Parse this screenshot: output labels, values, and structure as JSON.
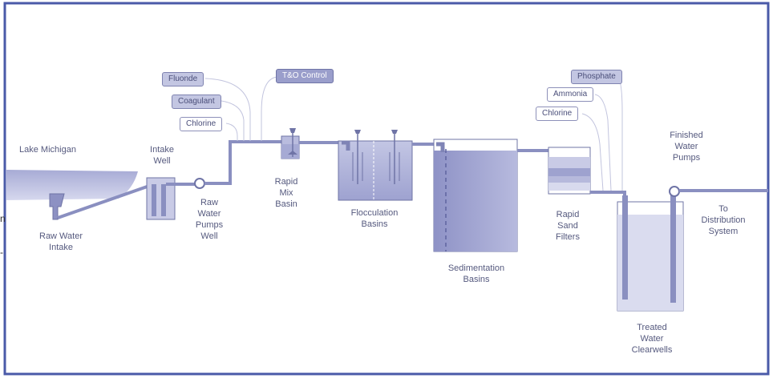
{
  "diagram": {
    "labels": {
      "lake": "Lake Michigan",
      "raw_intake": [
        "Raw Water",
        "Intake"
      ],
      "intake_well": [
        "Intake",
        "Well"
      ],
      "raw_pumps": [
        "Raw",
        "Water",
        "Pumps",
        "Well"
      ],
      "rapid_mix": [
        "Rapid",
        "Mix",
        "Basin"
      ],
      "flocculation": [
        "Flocculation",
        "Basins"
      ],
      "sedimentation": [
        "Sedimentation",
        "Basins"
      ],
      "sand_filters": [
        "Rapid",
        "Sand",
        "Filters"
      ],
      "finished_pumps": [
        "Finished",
        "Water",
        "Pumps"
      ],
      "distribution": [
        "To",
        "Distribution",
        "System"
      ],
      "clearwells": [
        "Treated",
        "Water",
        "Clearwells"
      ]
    },
    "chemicals": {
      "fluoride": "Fluonde",
      "coagulant": "Coagulant",
      "chlorine_1": "Chlorine",
      "to_control": "T&O Control",
      "phosphate": "Phosphate",
      "ammonia": "Ammonia",
      "chlorine_2": "Chlorine"
    },
    "edge_fragments": [
      "n",
      "-"
    ]
  },
  "colors": {
    "frame": "#4a5aa8",
    "pipe": "#8a8fc0",
    "pipe_dark": "#6f74a6",
    "tank_fill": "#c9cbe6",
    "water_fill": "#a6aad4",
    "label": "#55597e"
  }
}
